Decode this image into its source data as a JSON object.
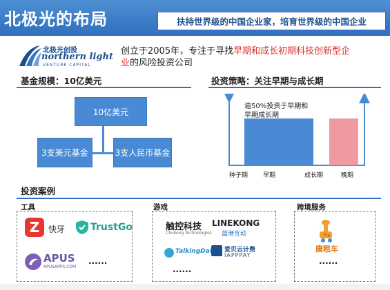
{
  "header": {
    "title": "北极光的布局",
    "slogan": "扶持世界级的中国企业家，培育世界级的中国企业"
  },
  "logo": {
    "cn": "北极光创投",
    "en": "northern light",
    "sub": "VENTURE CAPITAL"
  },
  "intro": {
    "part1": "创立于2005年，专注于寻找",
    "highlight1": "早期和成长初期科技创新型企",
    "highlight2": "业",
    "part2": "的风险投资公司"
  },
  "fund": {
    "heading": "基金规模：10亿美元",
    "total": "10亿美元",
    "usd": "3支美元基金",
    "rmb": "3支人民币基金"
  },
  "strategy": {
    "heading": "投资策略：关注早期与成长期",
    "annotation": "逾50%投资于早期和早期成长期",
    "chart_data": {
      "type": "bar",
      "categories": [
        "种子期",
        "早期",
        "成长期",
        "晚期"
      ],
      "highlight": "逾50%投资于早期和早期成长期",
      "colors": {
        "focus": "#4a8ad4",
        "other": "#ef9aa0"
      }
    }
  },
  "cases": {
    "heading": "投资案例",
    "tools": {
      "label": "工具",
      "items": [
        "快牙",
        "TrustGo",
        "APUS",
        "APUSAPPS.COM"
      ],
      "more": "......"
    },
    "games": {
      "label": "游戏",
      "items": [
        "触控科技",
        "Chukong Technologies",
        "LINEKONG",
        "蓝港互动",
        "TalkingData",
        "爱贝云计费",
        "IAPPPAY"
      ],
      "more": "......"
    },
    "cross_border": {
      "label": "跨境服务",
      "items": [
        "唐租车"
      ],
      "more": "......"
    }
  },
  "colors": {
    "brand": "#2f6fbd",
    "accent": "#d9302c",
    "pink": "#ef9aa0"
  }
}
